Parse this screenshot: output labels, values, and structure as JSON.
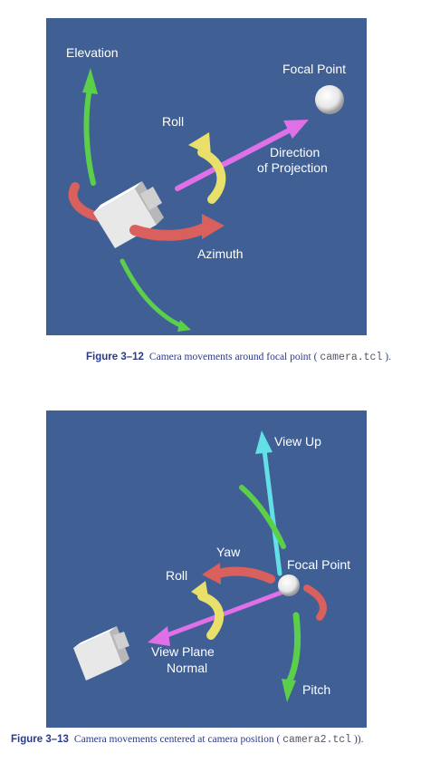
{
  "figure1": {
    "labels": {
      "elevation": "Elevation",
      "focal_point": "Focal Point",
      "roll": "Roll",
      "direction_line1": "Direction",
      "direction_line2": "of Projection",
      "azimuth": "Azimuth"
    },
    "caption": {
      "number": "Figure 3–12",
      "text_before": "Camera movements around focal point (",
      "code": "camera.tcl",
      "text_after": ")."
    }
  },
  "figure2": {
    "labels": {
      "view_up": "View Up",
      "yaw": "Yaw",
      "focal_point": "Focal Point",
      "roll": "Roll",
      "view_plane_line1": "View Plane",
      "view_plane_line2": "Normal",
      "pitch": "Pitch"
    },
    "caption": {
      "number": "Figure 3–13",
      "text_before": "Camera movements centered at camera position (",
      "code": "camera2.tcl",
      "text_after": "))."
    }
  },
  "colors": {
    "background": "#3f5f95",
    "green_arrow": "#5ccf4a",
    "magenta_arrow": "#e070e8",
    "red_arrow": "#d9605c",
    "yellow_arrow": "#e8e06a",
    "cyan_arrow": "#62e0e6",
    "caption_text": "#2b3a8c"
  },
  "icons": [
    "camera-icon",
    "focal-point-sphere-icon"
  ]
}
